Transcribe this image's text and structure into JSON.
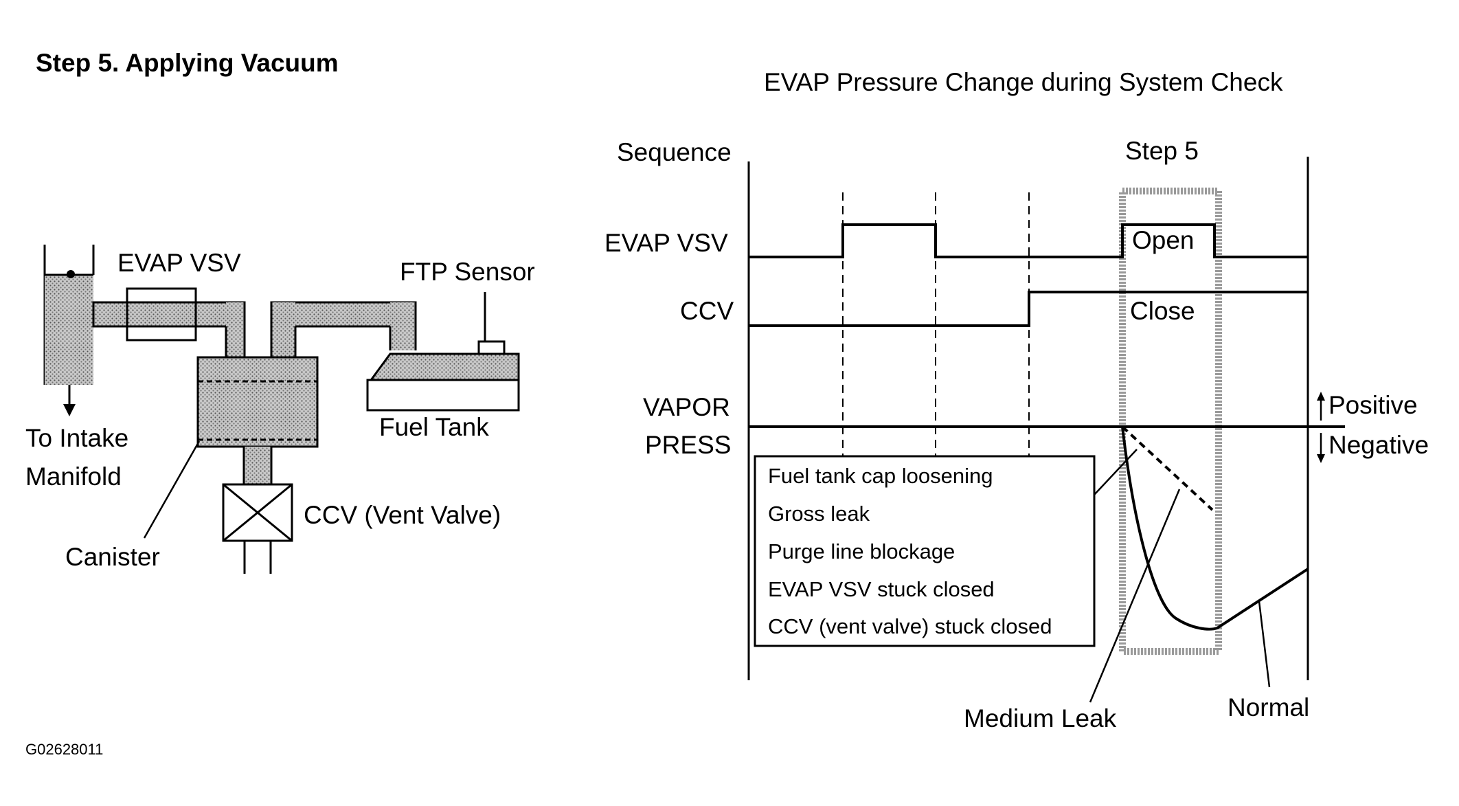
{
  "left_diagram": {
    "title": "Step 5. Applying Vacuum",
    "labels": {
      "evap_vsv": "EVAP VSV",
      "ftp_sensor": "FTP Sensor",
      "to_intake_line1": "To Intake",
      "to_intake_line2": "Manifold",
      "fuel_tank": "Fuel Tank",
      "ccv": "CCV (Vent Valve)",
      "canister": "Canister"
    }
  },
  "right_diagram": {
    "title": "EVAP Pressure Change during System Check",
    "sequence_label": "Sequence",
    "step_label": "Step 5",
    "rows": {
      "evap_vsv": "EVAP VSV",
      "ccv": "CCV",
      "vapor_line1": "VAPOR",
      "vapor_line2": "PRESS"
    },
    "state_open": "Open",
    "state_close": "Close",
    "positive": "Positive",
    "negative": "Negative",
    "legend_items": [
      "Fuel tank cap loosening",
      "Gross leak",
      "Purge line blockage",
      "EVAP VSV stuck closed",
      "CCV (vent valve) stuck closed"
    ],
    "medium_leak": "Medium Leak",
    "normal": "Normal"
  },
  "figure_id": "G02628011"
}
